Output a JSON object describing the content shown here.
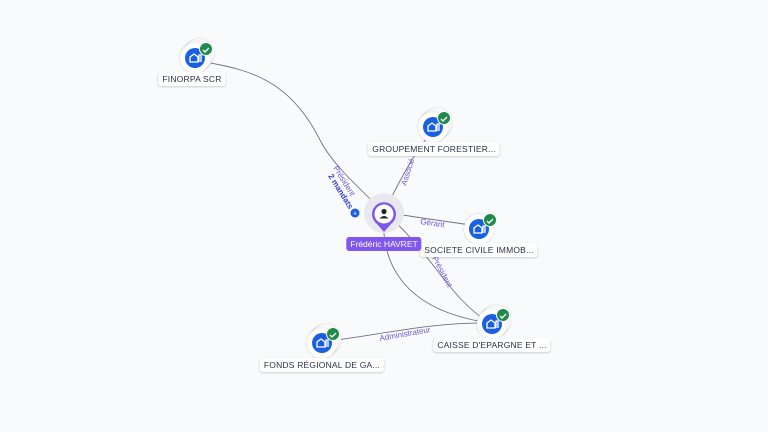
{
  "center_person": {
    "name": "Frédéric HAVRET",
    "icon": "person-icon",
    "accent_color": "#7f56ef"
  },
  "companies": [
    {
      "id": "finorpa",
      "label": "FINORPA SCR",
      "icon": "building-icon",
      "status": "verified"
    },
    {
      "id": "groupement",
      "label": "GROUPEMENT FORESTIER...",
      "icon": "building-icon",
      "status": "verified"
    },
    {
      "id": "societe",
      "label": "SOCIETE CIVILE IMMOB...",
      "icon": "building-icon",
      "status": "verified"
    },
    {
      "id": "caisse",
      "label": "CAISSE D'EPARGNE ET ...",
      "icon": "building-icon",
      "status": "verified"
    },
    {
      "id": "fonds",
      "label": "FONDS RÉGIONAL DE GA...",
      "icon": "building-icon",
      "status": "verified"
    }
  ],
  "edges": [
    {
      "from": "center",
      "to": "finorpa",
      "label": "Président",
      "extra": "2 mandats"
    },
    {
      "from": "center",
      "to": "groupement",
      "label": "Associé"
    },
    {
      "from": "center",
      "to": "societe",
      "label": "Gérant"
    },
    {
      "from": "center",
      "to": "caisse",
      "label": "Président"
    },
    {
      "from": "center",
      "to": "caisse",
      "label": ""
    },
    {
      "from": "fonds",
      "to": "caisse",
      "label": "Administrateur"
    }
  ],
  "colors": {
    "company_icon": "#1a5fe0",
    "verified_badge": "#1f8a4a",
    "edge_line": "#6e7287",
    "edge_label": "#6d56d6",
    "background": "#f9fafc"
  }
}
